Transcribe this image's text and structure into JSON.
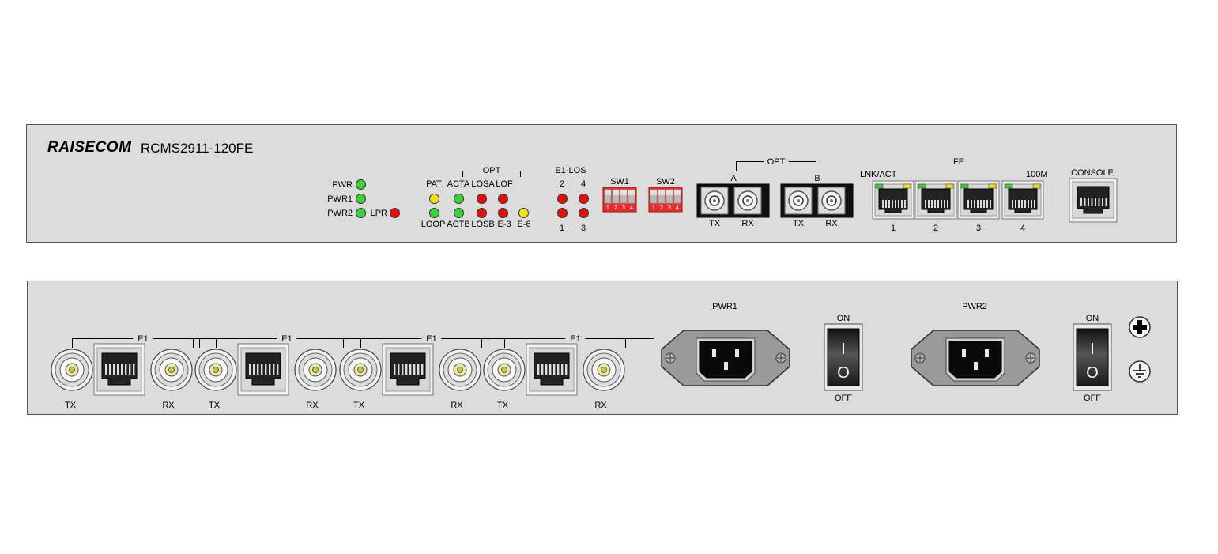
{
  "front": {
    "brand": "RAISECOM",
    "model": "RCMS2911-120FE",
    "power_leds": [
      {
        "label": "PWR",
        "color": "#3ecf3e"
      },
      {
        "label": "PWR1",
        "color": "#3ecf3e"
      },
      {
        "label": "PWR2",
        "color": "#3ecf3e"
      },
      {
        "label": "LPR",
        "color": "#e01010"
      }
    ],
    "opt_group_label": "OPT",
    "status_top": [
      {
        "label": "PAT",
        "color": "#f0e020"
      },
      {
        "label": "ACTA",
        "color": "#3ecf3e"
      },
      {
        "label": "LOSA",
        "color": "#e01010"
      },
      {
        "label": "LOF",
        "color": "#e01010"
      }
    ],
    "status_bottom": [
      {
        "label": "LOOP",
        "color": "#3ecf3e"
      },
      {
        "label": "ACTB",
        "color": "#3ecf3e"
      },
      {
        "label": "LOSB",
        "color": "#e01010"
      },
      {
        "label": "E-3",
        "color": "#e01010"
      },
      {
        "label": "E-6",
        "color": "#f0e020"
      }
    ],
    "e1los": {
      "title": "E1-LOS",
      "top_labels": [
        "2",
        "4"
      ],
      "bottom_labels": [
        "1",
        "3"
      ],
      "color": "#e01010"
    },
    "switches": [
      {
        "label": "SW1",
        "pins": [
          "1",
          "2",
          "3",
          "4"
        ]
      },
      {
        "label": "SW2",
        "pins": [
          "1",
          "2",
          "3",
          "4"
        ]
      }
    ],
    "opt_ports": {
      "group_label": "OPT",
      "ports": [
        {
          "label": "A",
          "tx": "TX",
          "rx": "RX"
        },
        {
          "label": "B",
          "tx": "TX",
          "rx": "RX"
        }
      ]
    },
    "fe": {
      "group_label": "FE",
      "lnk_label": "LNK/ACT",
      "speed_label": "100M",
      "ports": [
        "1",
        "2",
        "3",
        "4"
      ],
      "led_colors": {
        "link": "#3ecf3e",
        "speed": "#f0e020"
      }
    },
    "console": {
      "label": "CONSOLE"
    }
  },
  "rear": {
    "e1_groups": [
      {
        "label": "E1",
        "tx": "TX",
        "rx": "RX"
      },
      {
        "label": "E1",
        "tx": "TX",
        "rx": "RX"
      },
      {
        "label": "E1",
        "tx": "TX",
        "rx": "RX"
      },
      {
        "label": "E1",
        "tx": "TX",
        "rx": "RX"
      }
    ],
    "power_inlets": [
      {
        "label": "PWR1",
        "switch_on": "ON",
        "switch_off": "OFF",
        "sym_on": "I",
        "sym_off": "O"
      },
      {
        "label": "PWR2",
        "switch_on": "ON",
        "switch_off": "OFF",
        "sym_on": "I",
        "sym_off": "O"
      }
    ],
    "ground_icons": [
      "positive-terminal-icon",
      "ground-icon"
    ]
  }
}
